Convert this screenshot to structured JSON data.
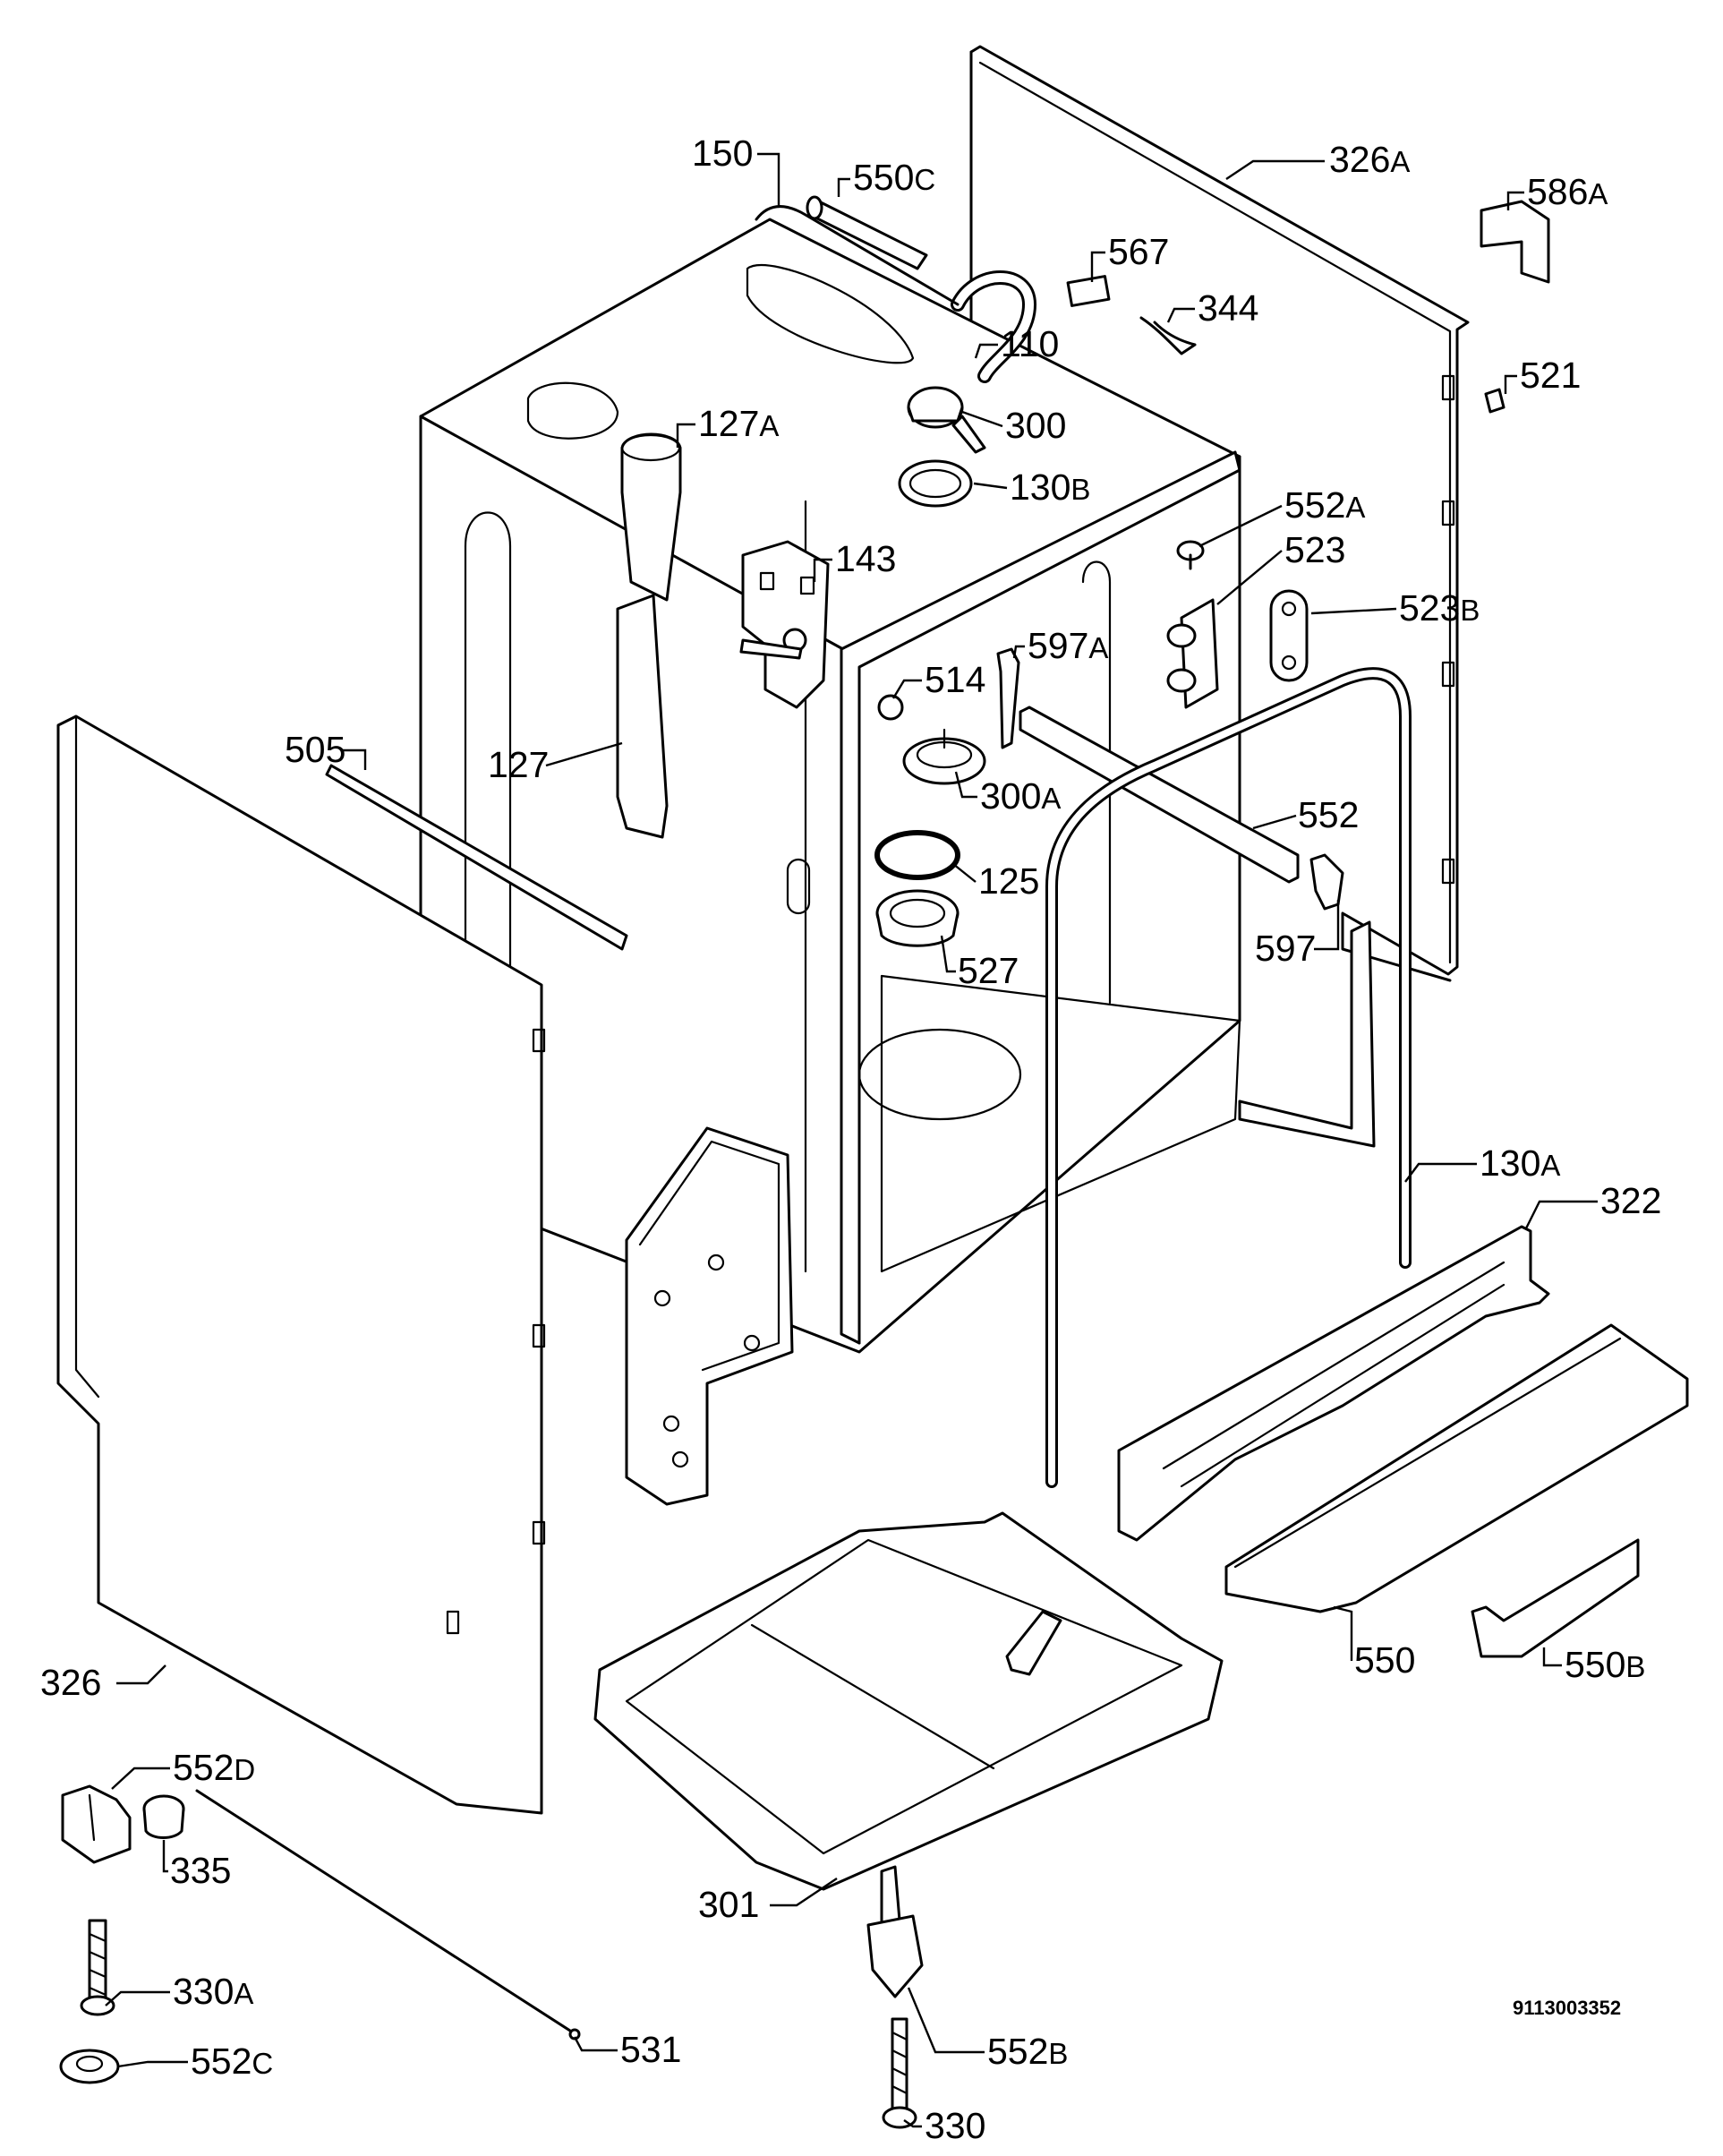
{
  "diagram_code": "9113003352",
  "callouts": [
    {
      "id": "150",
      "text": "150",
      "suffix": ""
    },
    {
      "id": "550c",
      "text": "550",
      "suffix": "C"
    },
    {
      "id": "326a",
      "text": "326",
      "suffix": "A"
    },
    {
      "id": "586a",
      "text": "586",
      "suffix": "A"
    },
    {
      "id": "567",
      "text": "567",
      "suffix": ""
    },
    {
      "id": "344",
      "text": "344",
      "suffix": ""
    },
    {
      "id": "110",
      "text": "110",
      "suffix": ""
    },
    {
      "id": "521",
      "text": "521",
      "suffix": ""
    },
    {
      "id": "127a",
      "text": "127",
      "suffix": "A"
    },
    {
      "id": "300",
      "text": "300",
      "suffix": ""
    },
    {
      "id": "130b",
      "text": "130",
      "suffix": "B"
    },
    {
      "id": "552a",
      "text": "552",
      "suffix": "A"
    },
    {
      "id": "523",
      "text": "523",
      "suffix": ""
    },
    {
      "id": "143",
      "text": "143",
      "suffix": ""
    },
    {
      "id": "523b",
      "text": "523",
      "suffix": "B"
    },
    {
      "id": "597a",
      "text": "597",
      "suffix": "A"
    },
    {
      "id": "514",
      "text": "514",
      "suffix": ""
    },
    {
      "id": "505",
      "text": "505",
      "suffix": ""
    },
    {
      "id": "127",
      "text": "127",
      "suffix": ""
    },
    {
      "id": "300a",
      "text": "300",
      "suffix": "A"
    },
    {
      "id": "552",
      "text": "552",
      "suffix": ""
    },
    {
      "id": "125",
      "text": "125",
      "suffix": ""
    },
    {
      "id": "597",
      "text": "597",
      "suffix": ""
    },
    {
      "id": "527",
      "text": "527",
      "suffix": ""
    },
    {
      "id": "130a",
      "text": "130",
      "suffix": "A"
    },
    {
      "id": "322",
      "text": "322",
      "suffix": ""
    },
    {
      "id": "550",
      "text": "550",
      "suffix": ""
    },
    {
      "id": "550b",
      "text": "550",
      "suffix": "B"
    },
    {
      "id": "326",
      "text": "326",
      "suffix": ""
    },
    {
      "id": "552d",
      "text": "552",
      "suffix": "D"
    },
    {
      "id": "335",
      "text": "335",
      "suffix": ""
    },
    {
      "id": "301",
      "text": "301",
      "suffix": ""
    },
    {
      "id": "330a",
      "text": "330",
      "suffix": "A"
    },
    {
      "id": "531",
      "text": "531",
      "suffix": ""
    },
    {
      "id": "552b",
      "text": "552",
      "suffix": "B"
    },
    {
      "id": "552c",
      "text": "552",
      "suffix": "C"
    },
    {
      "id": "330",
      "text": "330",
      "suffix": ""
    }
  ]
}
